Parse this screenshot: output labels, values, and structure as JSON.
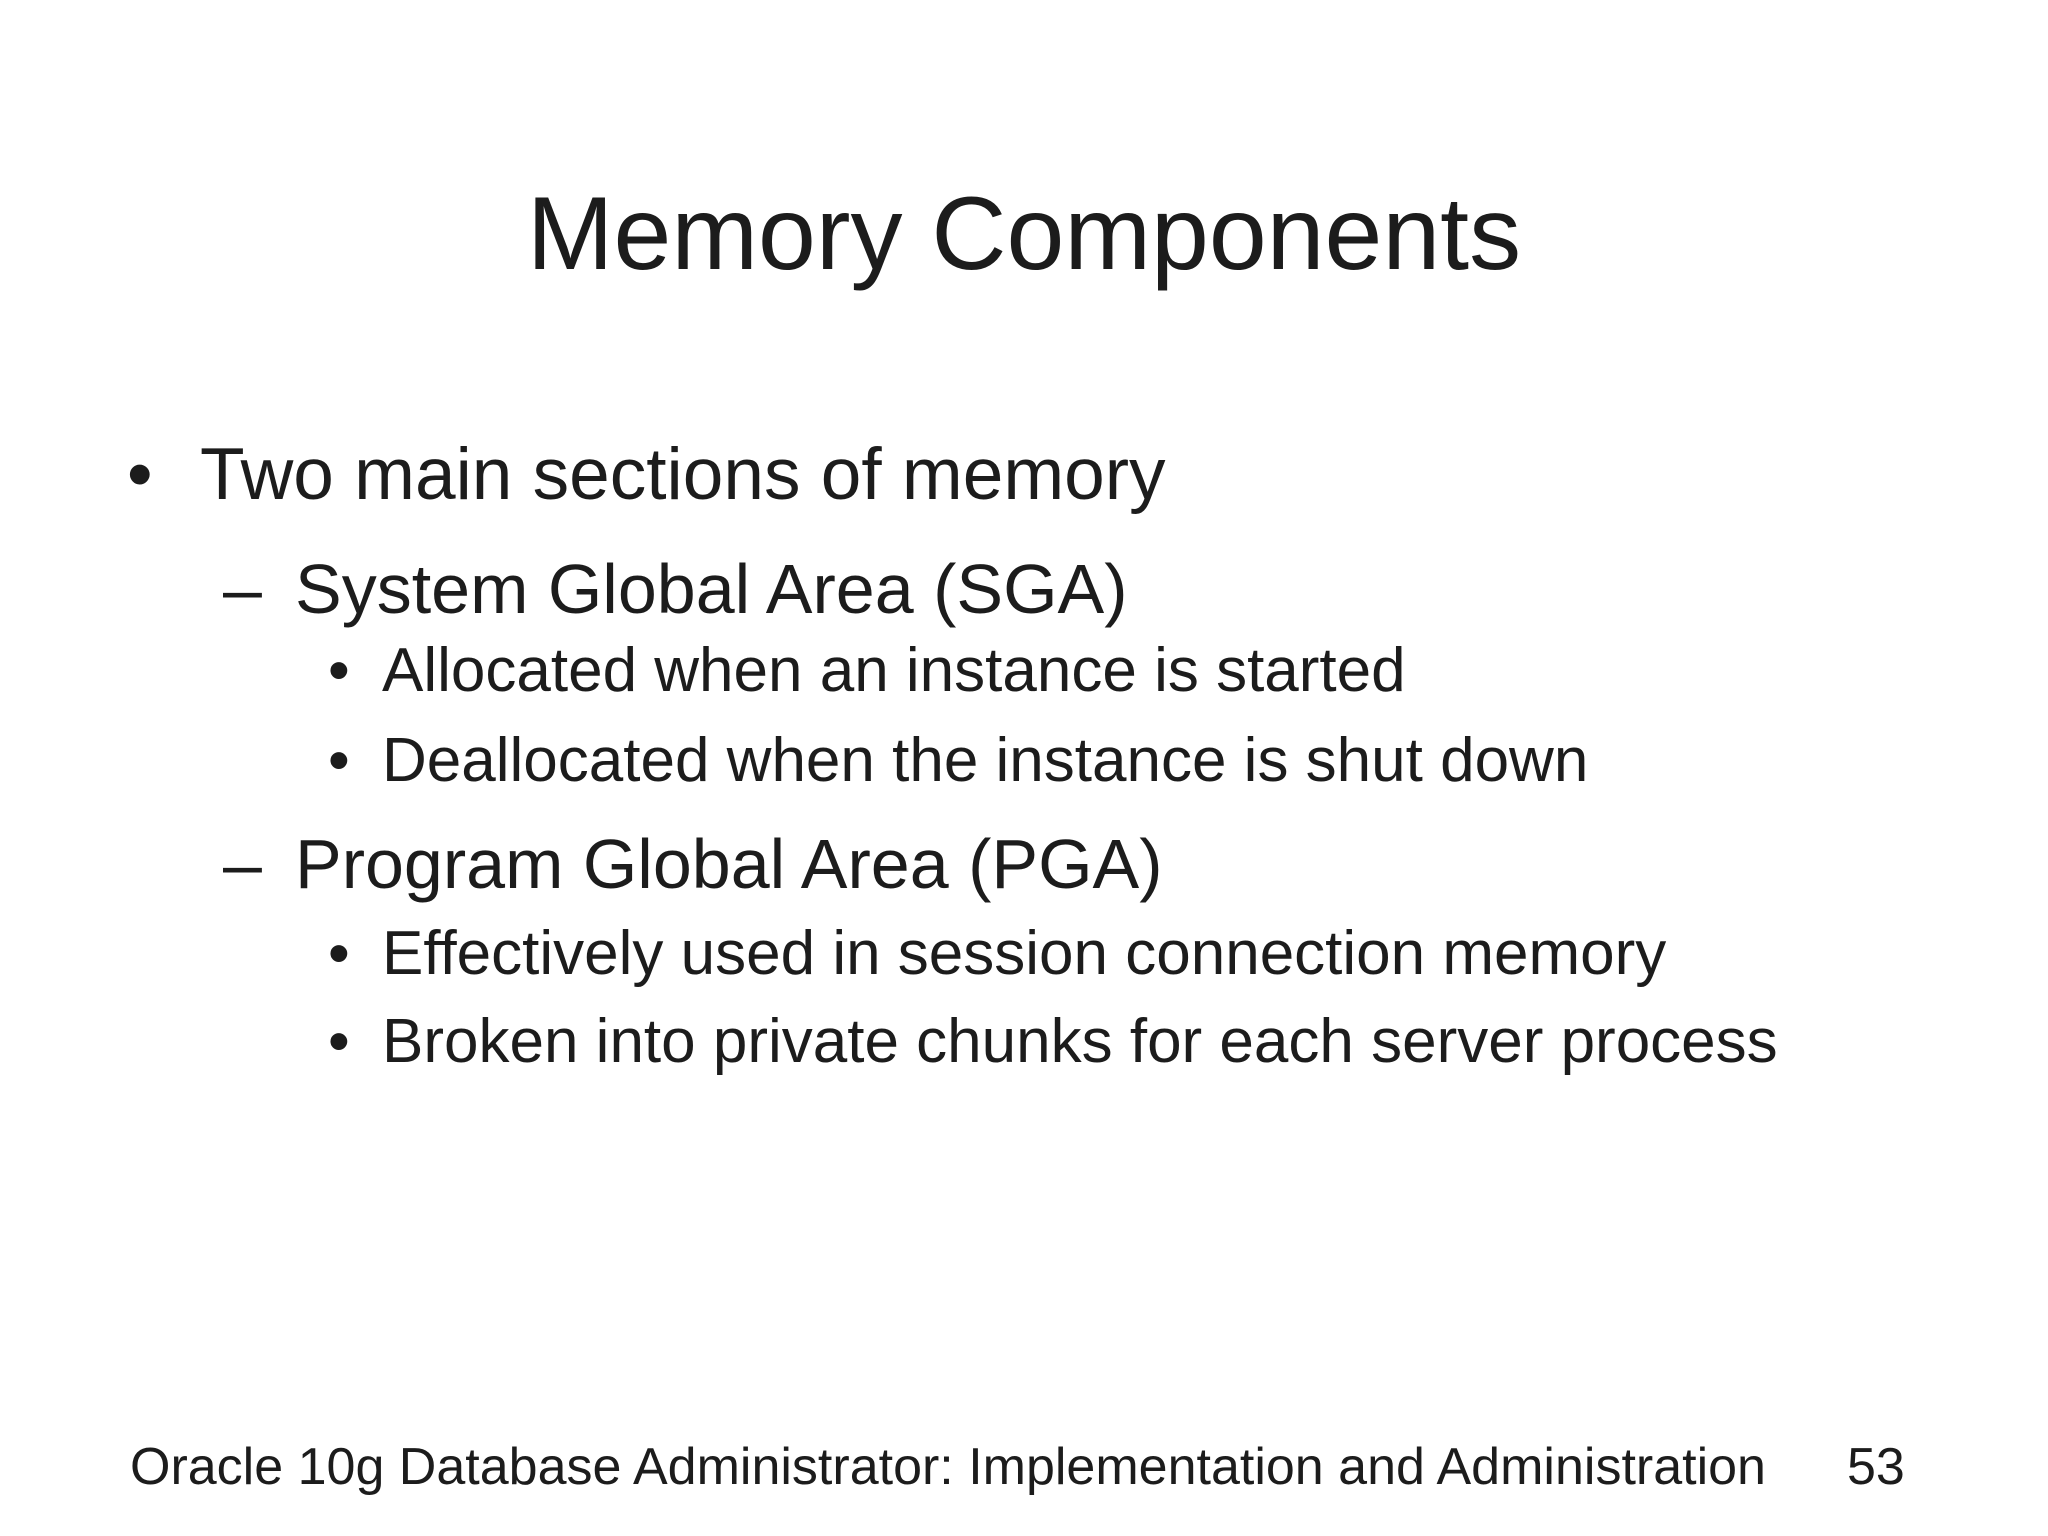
{
  "slide": {
    "title": "Memory Components",
    "bullets": [
      {
        "level": 1,
        "marker": "•",
        "text": "Two main sections of memory"
      },
      {
        "level": 2,
        "marker": "–",
        "text": "System Global Area (SGA)"
      },
      {
        "level": 3,
        "marker": "•",
        "text": "Allocated when an instance is started"
      },
      {
        "level": 3,
        "marker": "•",
        "text": "Deallocated when the instance is shut down"
      },
      {
        "level": 2,
        "marker": "–",
        "text": "Program Global Area (PGA)"
      },
      {
        "level": 3,
        "marker": "•",
        "text": "Effectively used in session connection memory"
      },
      {
        "level": 3,
        "marker": "•",
        "text": "Broken into private chunks for each server process"
      }
    ],
    "footer": {
      "course_title": "Oracle 10g Database Administrator: Implementation and Administration",
      "page_number": "53"
    },
    "colors": {
      "background": "#ffffff",
      "text": "#1c1c1c"
    }
  }
}
